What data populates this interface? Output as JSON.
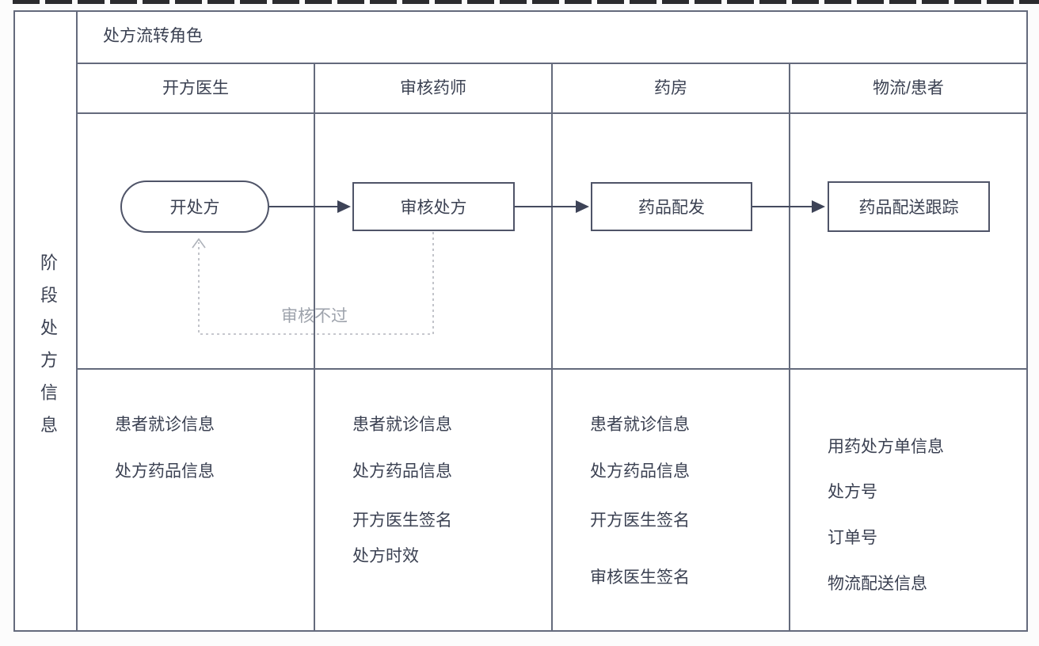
{
  "colors": {
    "grid_line": "#646a7c",
    "node_border": "#4f5468",
    "text": "#3b4152",
    "muted_text": "#9ea3ac",
    "arrow": "#3d4357",
    "dashed_line": "#b3b6bd",
    "background": "#ffffff"
  },
  "swimlane": {
    "corner_label": "阶段处方信息",
    "title": "处方流转角色",
    "roles": [
      "开方医生",
      "审核药师",
      "药房",
      "物流/患者"
    ],
    "flow": {
      "nodes": [
        "开处方",
        "审核处方",
        "药品配发",
        "药品配送跟踪"
      ],
      "feedback_label": "审核不过"
    },
    "info": {
      "col0": [
        "患者就诊信息",
        "处方药品信息"
      ],
      "col1": [
        "患者就诊信息",
        "处方药品信息",
        "开方医生签名",
        "处方时效"
      ],
      "col2": [
        "患者就诊信息",
        "处方药品信息",
        "开方医生签名",
        "审核医生签名"
      ],
      "col3": [
        "用药处方单信息",
        "处方号",
        "订单号",
        "物流配送信息"
      ]
    }
  }
}
